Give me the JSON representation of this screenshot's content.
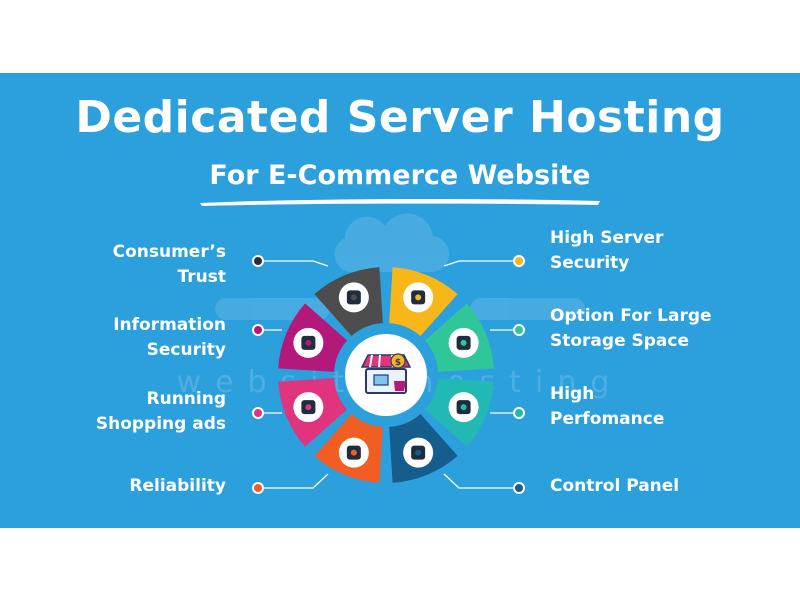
{
  "header": {
    "title": "Dedicated Server Hosting",
    "subtitle": "For E-Commerce Website"
  },
  "watermark": {
    "text": "website hosting"
  },
  "center": {
    "icon": "storefront-icon"
  },
  "colors": {
    "background": "#2c9fdd",
    "text": "#ffffff",
    "segments": [
      "#4d4d4d",
      "#f7b718",
      "#2fc79a",
      "#22b8b3",
      "#155d8c",
      "#f15d22",
      "#e0347f",
      "#b3197a"
    ]
  },
  "features": {
    "left": [
      {
        "label": "Consumer’s\nTrust",
        "icon": "users-rating-icon",
        "dot_color": "#2a2f36"
      },
      {
        "label": "Information\nSecurity",
        "icon": "server-lock-icon",
        "dot_color": "#b3197a"
      },
      {
        "label": "Running\nShopping ads",
        "icon": "ad-board-icon",
        "dot_color": "#e0347f"
      },
      {
        "label": "Reliability",
        "icon": "handshake-icon",
        "dot_color": "#f15d22"
      }
    ],
    "right": [
      {
        "label": "High Server\nSecurity",
        "icon": "shield-icon",
        "dot_color": "#f7b718"
      },
      {
        "label": "Option For Large\nStorage Space",
        "icon": "layers-icon",
        "dot_color": "#2fc79a"
      },
      {
        "label": "High\nPerfomance",
        "icon": "speedometer-icon",
        "dot_color": "#22b8b3"
      },
      {
        "label": "Control Panel",
        "icon": "monitor-settings-icon",
        "dot_color": "#155d8c"
      }
    ]
  }
}
